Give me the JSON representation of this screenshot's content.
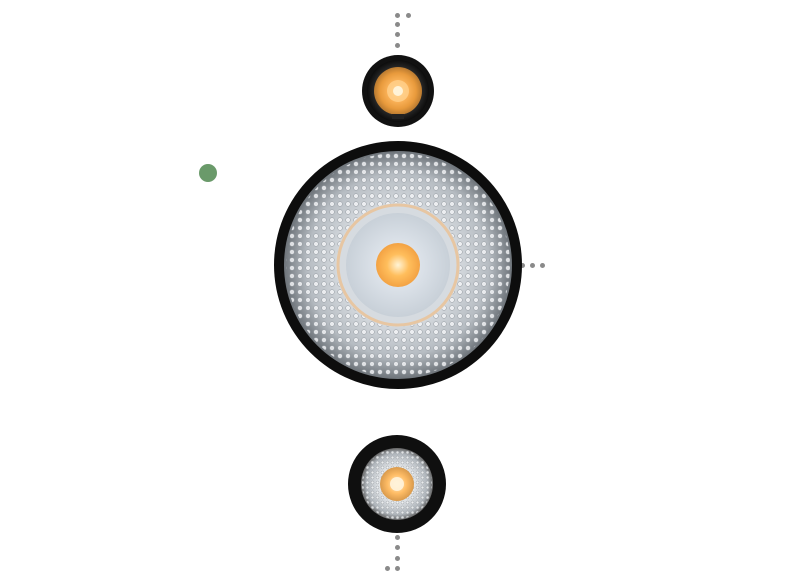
{
  "colors": {
    "background": "#ffffff",
    "housing": "#141414",
    "reflector": "#c9ccd0",
    "warm_led": "#ffb45a",
    "marker": "#6a9a6a",
    "dots": "#8a8a8a"
  },
  "objects": [
    {
      "name": "small-spotlight-top",
      "icon": "spotlight-icon"
    },
    {
      "name": "large-downlight-center",
      "icon": "downlight-icon"
    },
    {
      "name": "medium-spotlight-bottom",
      "icon": "spotlight-icon"
    }
  ]
}
